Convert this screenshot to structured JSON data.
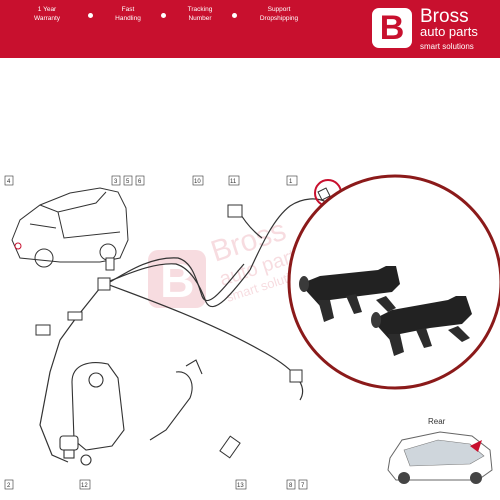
{
  "header": {
    "features": [
      {
        "line1": "1 Year",
        "line2": "Warranty"
      },
      {
        "line1": "Fast",
        "line2": "Handling"
      },
      {
        "line1": "Tracking",
        "line2": "Number"
      },
      {
        "line1": "Support",
        "line2": "Dropshipping"
      }
    ],
    "logo_letter": "B",
    "brand_name": "Bross",
    "brand_sub": "auto parts",
    "brand_tagline": "smart solutions"
  },
  "watermark": {
    "brand_name": "Bross",
    "brand_sub": "auto parts",
    "brand_tagline": "smart solutions"
  },
  "diagram": {
    "part_labels": [
      "4",
      "3",
      "5",
      "6",
      "10",
      "11",
      "1",
      "2",
      "12",
      "13",
      "8",
      "7"
    ],
    "rear_label": "Rear"
  },
  "colors": {
    "brand_red": "#c8102e",
    "highlight_ring": "#8b1a1a",
    "nozzle": "#222222"
  }
}
